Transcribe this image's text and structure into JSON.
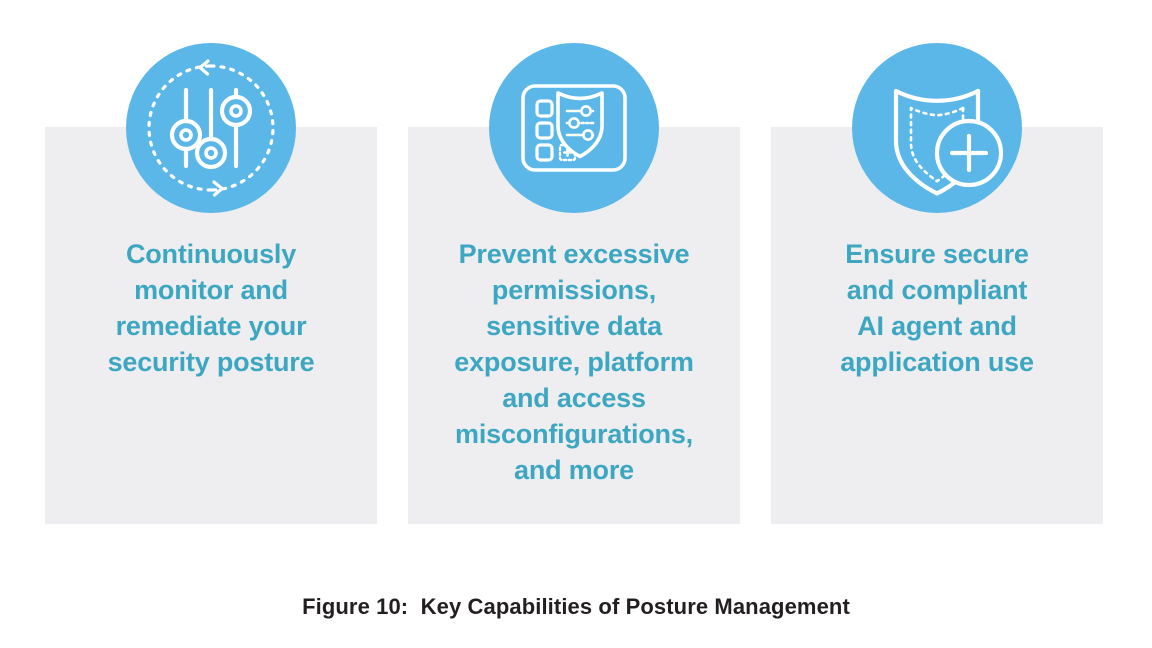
{
  "figure": {
    "caption": "Figure 10:  Key Capabilities of Posture Management",
    "background_color": "#ffffff"
  },
  "theme": {
    "badge_blue": "#5ab7e8",
    "card_gray": "#eeeef0",
    "heading_teal": "#3da7c2",
    "caption_black": "#231f20",
    "icon_stroke": "#ffffff"
  },
  "cards": [
    {
      "id": "continuous-monitoring",
      "icon_name": "vertical-sliders-refresh-cycle-icon",
      "text": "Continuously\nmonitor and\nremediate your\nsecurity posture"
    },
    {
      "id": "excessive-permissions",
      "icon_name": "app-grid-shield-sliders-icon",
      "text": "Prevent excessive\npermissions,\nsensitive data\nexposure, platform\nand access\nmisconfigurations,\nand more"
    },
    {
      "id": "secure-ai-agents",
      "icon_name": "shield-plus-icon",
      "text": "Ensure secure\nand compliant\nAI agent and\napplication use"
    }
  ]
}
